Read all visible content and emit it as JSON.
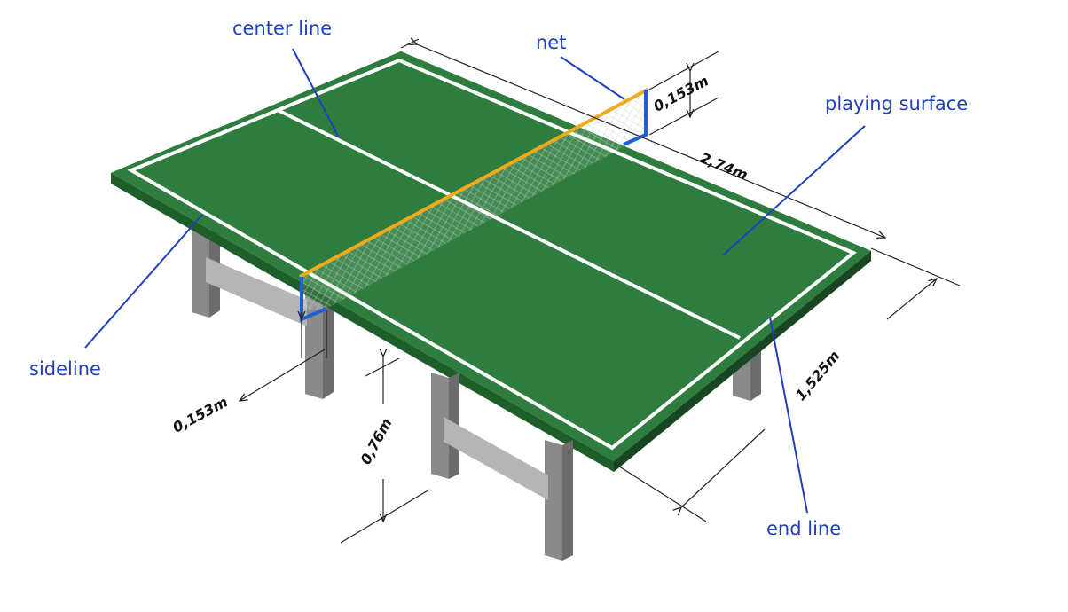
{
  "colors": {
    "surface": "#2e7d3e",
    "surface_edge": "#1d5e2b",
    "edge_side": "#1a4f26",
    "white_line": "#ffffff",
    "net_top": "#f2a91b",
    "net_post": "#1f5fd6",
    "leg": "#8f8f8f",
    "label": "#1f3fbf",
    "dimension": "#222222"
  },
  "labels": {
    "center_line": "center line",
    "net": "net",
    "playing_surface": "playing surface",
    "sideline": "sideline",
    "end_line": "end line"
  },
  "dimensions": {
    "net_height_top": "0,153m",
    "length": "2,74m",
    "width": "1,525m",
    "net_overhang": "0,153m",
    "height": "0,76m"
  },
  "icons": [
    "arrow-icon"
  ]
}
